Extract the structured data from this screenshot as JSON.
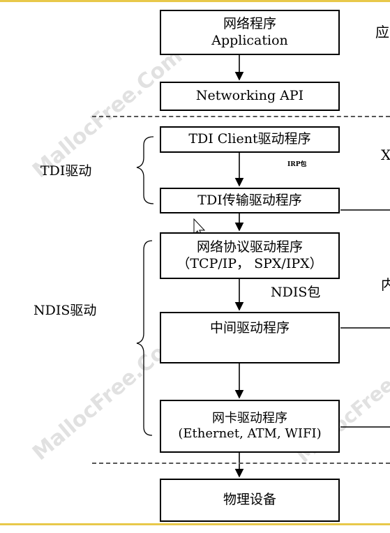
{
  "boxes": {
    "app_line1": "网络程序",
    "app_line2": "Application",
    "api": "Networking API",
    "tdi_client": "TDI Client驱动程序",
    "tdi_transport": "TDI传输驱动程序",
    "protocol_line1": "网络协议驱动程序",
    "protocol_line2": "（TCP/IP， SPX/IPX）",
    "intermediate": "中间驱动程序",
    "nic_line1": "网卡驱动程序",
    "nic_line2": "(Ethernet, ATM, WIFI)",
    "physical": "物理设备"
  },
  "labels": {
    "tdi_driver": "TDI驱动",
    "ndis_driver": "NDIS驱动",
    "irp_packet": "IRP包",
    "ndis_packet": "NDIS包",
    "right_edge_top": "应",
    "right_edge_x": "X",
    "right_edge_mid": "内"
  },
  "watermarks": {
    "site": "MallocFree.Com"
  }
}
